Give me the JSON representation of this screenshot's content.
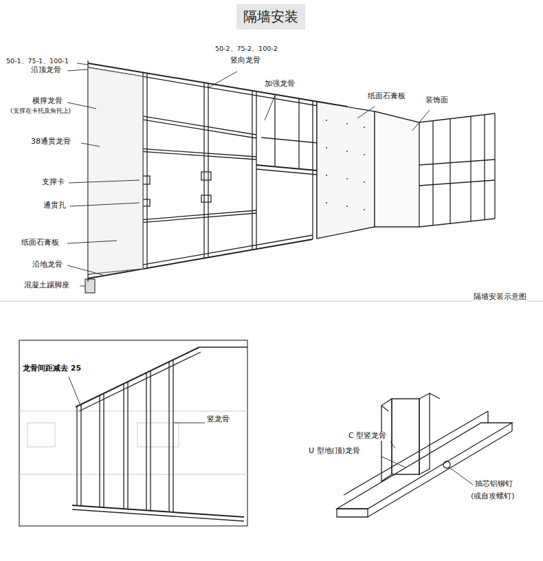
{
  "diagram": {
    "title": "隔墙安装",
    "caption": "隔墙安装示意图",
    "labels": [
      "50-1、75-1、100-1",
      "沿顶龙骨",
      "横撑龙骨",
      "(支撑在卡托及角托上)",
      "38通贯龙骨",
      "支撑卡",
      "通贯孔",
      "纸面石膏板",
      "沿地龙骨",
      "混凝土踢脚座",
      "50-2、75-2、100-2",
      "竖向龙骨",
      "加强龙骨",
      "纸面石膏板",
      "装饰面",
      "龙骨间距减去 25",
      "竖龙骨",
      "C 型竖龙骨",
      "U 型地(顶)龙骨",
      "抽芯铝铆钉",
      "(或自攻螺钉)"
    ]
  }
}
